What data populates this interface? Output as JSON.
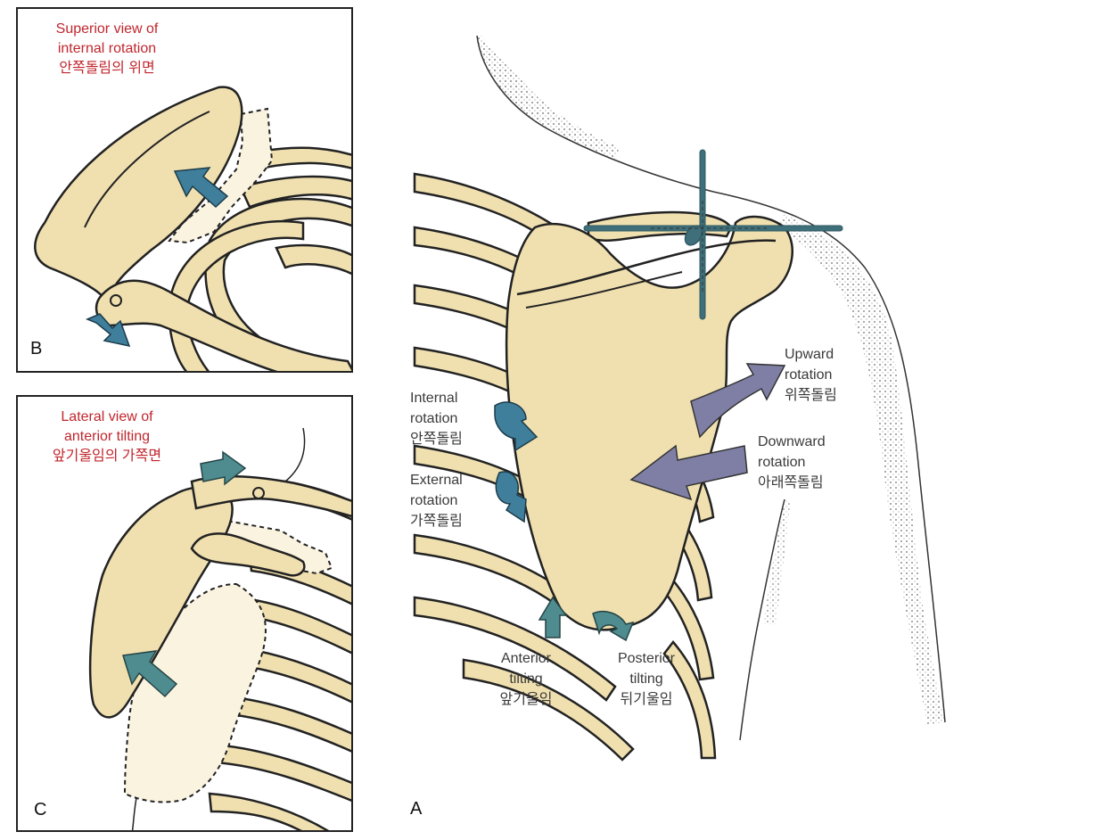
{
  "panel_b": {
    "letter": "B",
    "caption_line1": "Superior view of",
    "caption_line2": "internal rotation",
    "caption_line3": "안쪽돌림의 위면"
  },
  "panel_c": {
    "letter": "C",
    "caption_line1": "Lateral view of",
    "caption_line2": "anterior tilting",
    "caption_line3": "앞기울임의 가쪽면"
  },
  "panel_a": {
    "letter": "A",
    "internal_rotation": {
      "line1": "Internal",
      "line2": "rotation",
      "line3": "안쪽돌림"
    },
    "external_rotation": {
      "line1": "External",
      "line2": "rotation",
      "line3": "가쪽돌림"
    },
    "upward_rotation": {
      "line1": "Upward",
      "line2": "rotation",
      "line3": "위쪽돌림"
    },
    "downward_rotation": {
      "line1": "Downward",
      "line2": "rotation",
      "line3": "아래쪽돌림"
    },
    "anterior_tilting": {
      "line1": "Anterior",
      "line2": "tilting",
      "line3": "앞기울임"
    },
    "posterior_tilting": {
      "line1": "Posterior",
      "line2": "tilting",
      "line3": "뒤기울임"
    }
  },
  "colors": {
    "bone": "#f0e0b0",
    "bone_light": "#faf3e0",
    "teal_arrow": "#4e8c8f",
    "blue_arrow": "#3f7f9c",
    "purple_arrow": "#7f7fa6",
    "caption_red": "#c0262d",
    "outline": "#222222"
  }
}
